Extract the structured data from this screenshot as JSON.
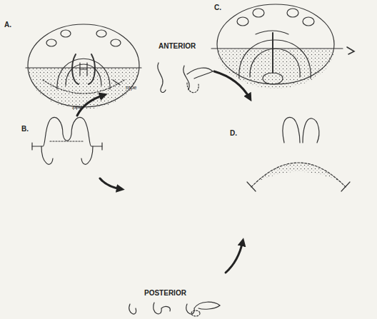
{
  "diagram": {
    "labels": [
      "A.",
      "mpe",
      "ppw",
      "C.",
      "ANTERIOR",
      "B.",
      "D.",
      "POSTERIOR"
    ]
  }
}
